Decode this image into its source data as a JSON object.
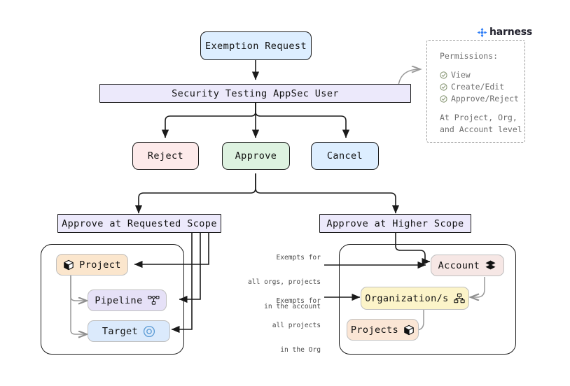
{
  "brand": {
    "name": "harness",
    "logo_icon": "harness-diamond-logo",
    "color": "#2e7df6"
  },
  "flow": {
    "start": {
      "label": "Exemption Request",
      "color": "#ddeeff"
    },
    "actor": {
      "label": "Security Testing AppSec User",
      "color": "#ece9fb"
    },
    "actions": [
      {
        "label": "Reject",
        "color": "#fdeaea"
      },
      {
        "label": "Approve",
        "color": "#ddf2e0"
      },
      {
        "label": "Cancel",
        "color": "#ddeeff"
      }
    ],
    "scopes": [
      {
        "label": "Approve at Requested Scope",
        "color": "#ece9fb"
      },
      {
        "label": "Approve at Higher Scope",
        "color": "#ece9fb"
      }
    ]
  },
  "permissions": {
    "title": "Permissions:",
    "items": [
      {
        "label": "View",
        "icon": "check-circle-icon"
      },
      {
        "label": "Create/Edit",
        "icon": "check-circle-icon"
      },
      {
        "label": "Approve/Reject",
        "icon": "check-circle-icon"
      }
    ],
    "footer_line1": "At Project, Org,",
    "footer_line2": "and Account level"
  },
  "requested_scope": {
    "nodes": [
      {
        "label": "Project",
        "icon": "cube-icon",
        "color": "#fbe6cd",
        "icon_side": "left"
      },
      {
        "label": "Pipeline",
        "icon": "pipeline-icon",
        "color": "#e6e1f7",
        "icon_side": "right"
      },
      {
        "label": "Target",
        "icon": "target-icon",
        "color": "#dbeafc",
        "icon_side": "right"
      }
    ]
  },
  "higher_scope": {
    "nodes": [
      {
        "label": "Account",
        "icon": "layers-icon",
        "color": "#f6e7e5",
        "icon_side": "right"
      },
      {
        "label": "Organization/s",
        "icon": "orgchart-icon",
        "color": "#fcf4c9",
        "icon_side": "right"
      },
      {
        "label": "Projects",
        "icon": "cube-icon",
        "color": "#fbe6d5",
        "icon_side": "right"
      }
    ],
    "annotations": [
      {
        "line1": "Exempts for",
        "line2": "all orgs, projects",
        "line3": "in the account"
      },
      {
        "line1": "Exempts for",
        "line2": "all projects",
        "line3": "in the Org"
      }
    ]
  }
}
